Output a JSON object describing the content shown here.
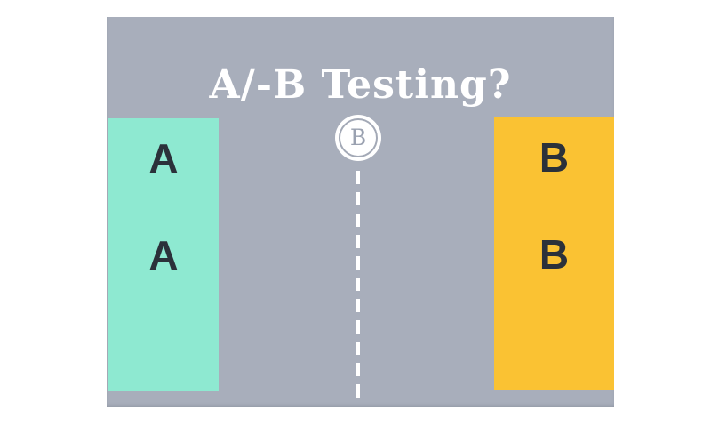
{
  "page": {
    "title": "A/-B Testing?"
  },
  "divider": {
    "badge_label": "B"
  },
  "variant_a": {
    "letters": [
      "A",
      "A"
    ]
  },
  "variant_b": {
    "letters": [
      "B",
      "B"
    ]
  },
  "colors": {
    "background": "#ffffff",
    "panel": "#a8aebb",
    "variant_a_fill": "#8ee9d1",
    "variant_b_fill": "#fac233",
    "letter": "#2b313a",
    "title": "#ffffff",
    "badge_letter": "#9aa1b0",
    "badge_ring": "#a3a9b6",
    "dashed_line": "#ffffff"
  }
}
